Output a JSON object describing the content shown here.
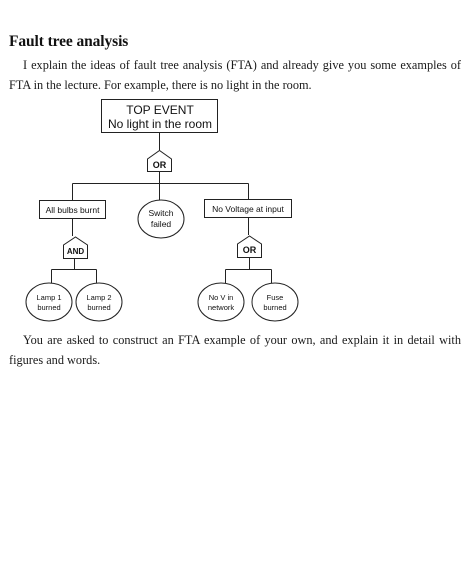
{
  "document": {
    "heading": "Fault tree analysis",
    "intro_paragraph": "I explain the ideas of fault tree analysis (FTA) and already give you some examples of FTA in the lecture. For example, there is no light in the room.",
    "closing_paragraph": "You are asked to construct an FTA example of your own, and explain it in detail with figures and words."
  },
  "diagram": {
    "top_event_line1": "TOP EVENT",
    "top_event_line2": "No light in the room",
    "gate_top": "OR",
    "event_bulbs": "All bulbs burnt",
    "event_switch_line1": "Switch",
    "event_switch_line2": "failed",
    "event_voltage": "No Voltage at input",
    "gate_bulbs": "AND",
    "gate_voltage": "OR",
    "lamp1_line1": "Lamp 1",
    "lamp1_line2": "burned",
    "lamp2_line1": "Lamp 2",
    "lamp2_line2": "burned",
    "nov_line1": "No V in",
    "nov_line2": "network",
    "fuse_line1": "Fuse",
    "fuse_line2": "burned"
  }
}
